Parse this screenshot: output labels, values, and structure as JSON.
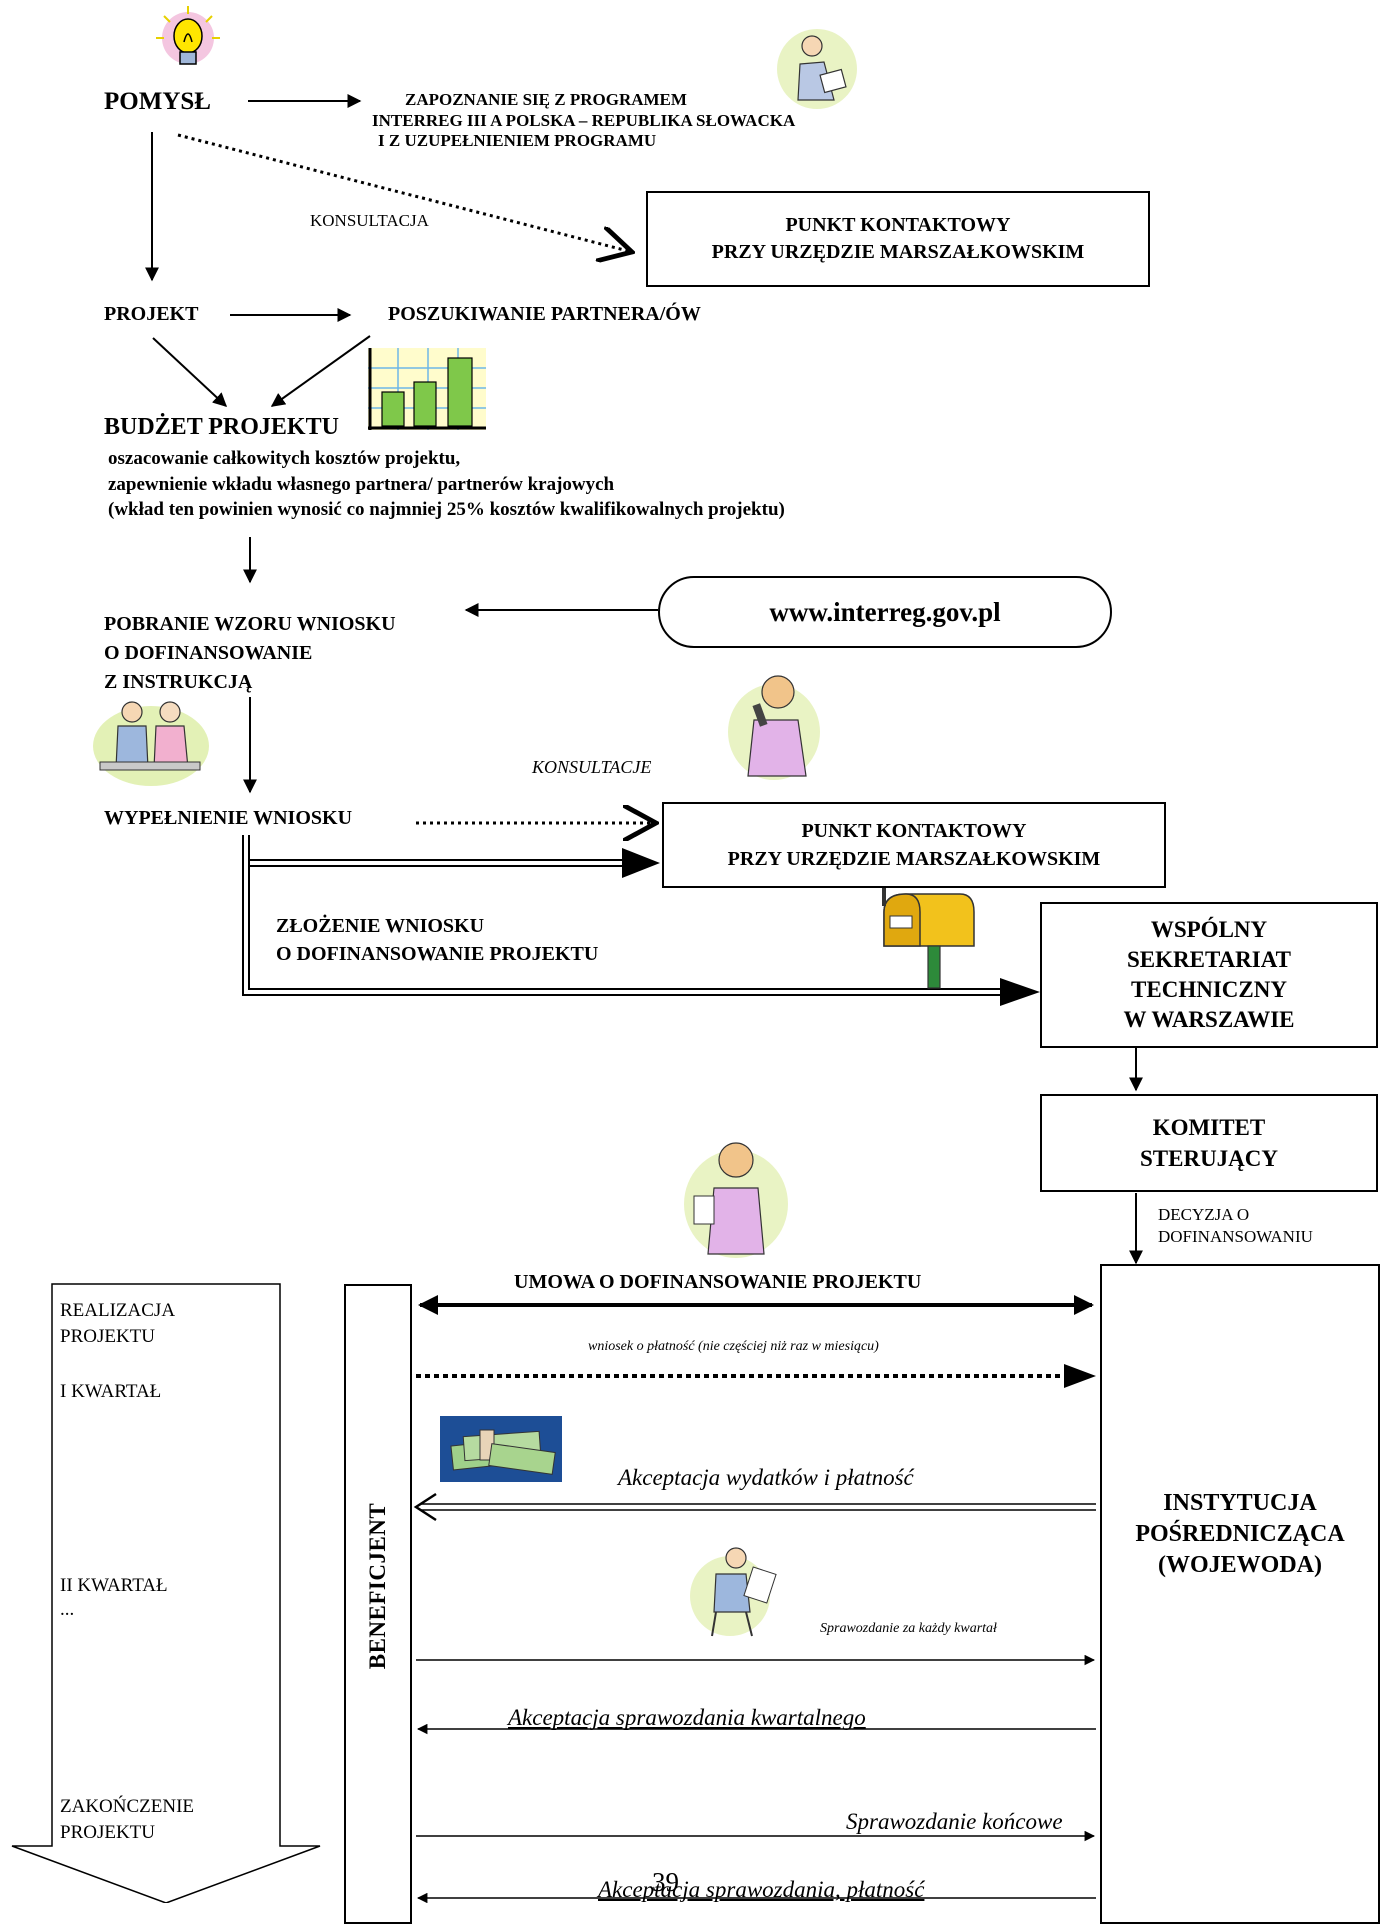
{
  "top": {
    "pomysl": "POMYSŁ",
    "zapoznanie": [
      "ZAPOZNANIE SIĘ Z PROGRAMEM",
      "INTERREG III A POLSKA – REPUBLIKA SŁOWACKA",
      "I Z UZUPEŁNIENIEM PROGRAMU"
    ],
    "konsultacja": "KONSULTACJA",
    "punkt1": [
      "PUNKT KONTAKTOWY",
      "PRZY URZĘDZIE MARSZAŁKOWSKIM"
    ],
    "projekt": "PROJEKT",
    "poszukiwanie": "POSZUKIWANIE PARTNERA/ÓW"
  },
  "budget": {
    "title": "BUDŻET PROJEKTU",
    "lines": [
      "oszacowanie całkowitych kosztów projektu,",
      "zapewnienie wkładu własnego partnera/ partnerów krajowych",
      "(wkład ten powinien wynosić co najmniej 25% kosztów kwalifikowalnych projektu)"
    ]
  },
  "download": {
    "lines": [
      "POBRANIE WZORU WNIOSKU",
      "O DOFINANSOWANIE",
      "Z INSTRUKCJĄ"
    ],
    "website": "www.interreg.gov.pl"
  },
  "fill": {
    "konsultacje": "KONSULTACJE",
    "wypelnienie": "WYPEŁNIENIE WNIOSKU",
    "punkt2": [
      "PUNKT KONTAKTOWY",
      "PRZY URZĘDZIE MARSZAŁKOWSKIM"
    ]
  },
  "submit": {
    "lines": [
      "ZŁOŻENIE WNIOSKU",
      "O DOFINANSOWANIE PROJEKTU"
    ],
    "wst": [
      "WSPÓLNY",
      "SEKRETARIAT",
      "TECHNICZNY",
      "W WARSZAWIE"
    ],
    "komitet": [
      "KOMITET",
      "STERUJĄCY"
    ],
    "decyzja": [
      "DECYZJA O",
      "DOFINANSOWANIU"
    ]
  },
  "implementation": {
    "left_lines": {
      "realizacja": [
        "REALIZACJA",
        "PROJEKTU"
      ],
      "q1": "I KWARTAŁ",
      "q2": [
        "II KWARTAŁ",
        "..."
      ],
      "end": [
        "ZAKOŃCZENIE",
        "PROJEKTU"
      ]
    },
    "beneficjent": "BENEFICJENT",
    "instytucja": [
      "INSTYTUCJA",
      "POŚREDNICZĄCA",
      "(WOJEWODA)"
    ],
    "umowa": "UMOWA O DOFINANSOWANIE PROJEKTU",
    "wniosek": "wniosek o płatność (nie częściej niż raz  w  miesiącu)",
    "akceptacja_wydatkow": "Akceptacja wydatków i płatność",
    "sprawozdanie_kw": "Sprawozdanie za każdy kwartał",
    "akceptacja_kw": "Akceptacja sprawozdania kwartalnego",
    "sprawozdanie_konc": "Sprawozdanie końcowe",
    "akceptacja_konc": "Akceptacja sprawozdania, płatność"
  },
  "page_number": "39",
  "icons": [
    "lightbulb-icon",
    "person-reading-icon",
    "money-chart-icon",
    "meeting-people-icon",
    "woman-phone-icon",
    "mailbox-icon",
    "woman-documents-icon",
    "banknotes-icon",
    "person-writing-icon"
  ]
}
